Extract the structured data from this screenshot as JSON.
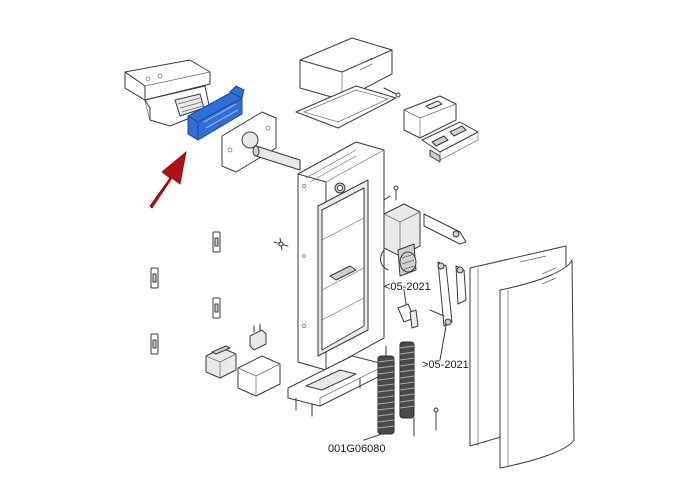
{
  "labels": {
    "before_date": "<05-2021",
    "after_date": ">05-2021",
    "part_code": "001G06080"
  },
  "colors": {
    "highlight_part": "#2f6fd6",
    "pointer_arrow": "#b01010",
    "line_art": "#3a3a3a"
  },
  "icons": {
    "pointer": "arrow-pointer-icon"
  }
}
